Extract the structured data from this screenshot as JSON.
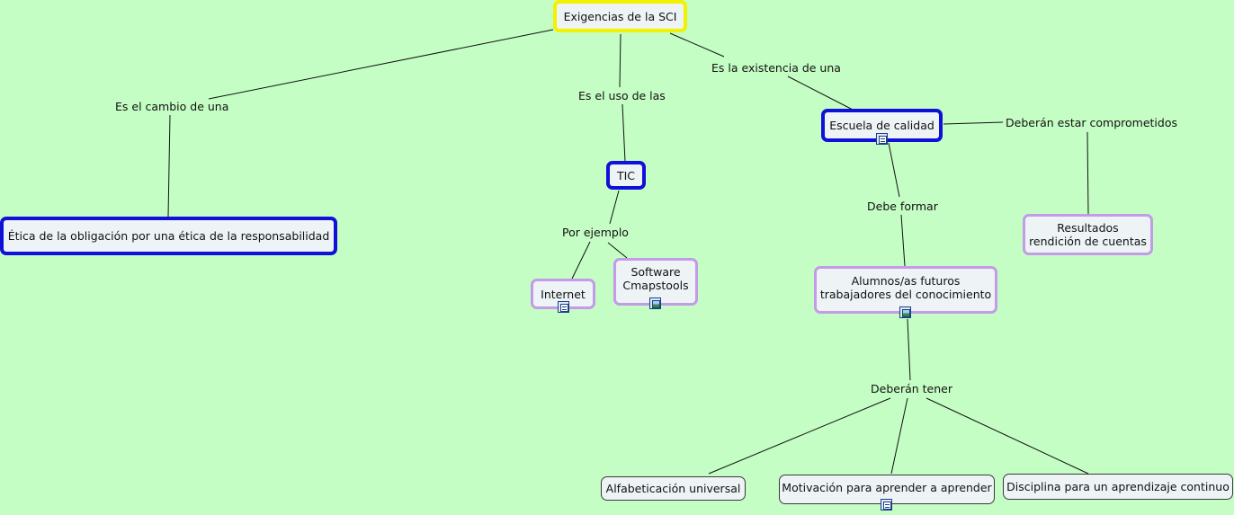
{
  "map": {
    "root": "Exigencias de la SCI",
    "links": {
      "cambio": "Es el cambio de una",
      "uso": "Es el uso de las",
      "existencia": "Es la existencia de una",
      "comprometidos": "Deberán estar comprometidos",
      "ejemplo": "Por ejemplo",
      "formar": "Debe formar",
      "tener": "Deberán tener"
    },
    "nodes": {
      "etica": "Ética de la obligación por una ética de la responsabilidad",
      "tic": "TIC",
      "escuela": "Escuela de calidad",
      "resultados": "Resultados\nrendición de cuentas",
      "internet": "Internet",
      "software": "Software\nCmapstools",
      "alumnos": "Alumnos/as futuros\ntrabajadores del conocimiento",
      "alfabetizacion": "Alfabeticación universal",
      "motivacion": "Motivación para aprender a aprender",
      "disciplina": "Disciplina para un aprendizaje continuo"
    },
    "resource_icons": {
      "escuela": "document-icon",
      "internet": "document-icon",
      "software": "image-icon",
      "alumnos": "image-icon",
      "motivacion": "document-icon"
    },
    "colors": {
      "background": "#c4fec4",
      "root_border": "#f2f200",
      "main_border": "#1010d8",
      "sub_border": "#c39be8",
      "node_fill": "#eef3f6"
    }
  }
}
